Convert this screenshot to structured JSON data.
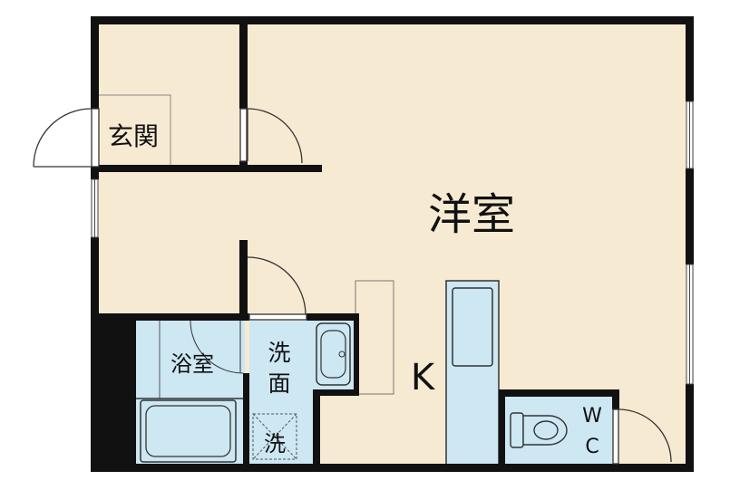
{
  "labels": {
    "western_room": "洋室",
    "entrance": "玄関",
    "kitchen": "K",
    "bathroom": "浴室",
    "washroom_line1": "洗",
    "washroom_line2": "面",
    "laundry": "洗",
    "wc_line1": "W",
    "wc_line2": "C"
  },
  "colors": {
    "floor": "#f7ead2",
    "wet_area": "#cde7f3",
    "wall": "#111111"
  }
}
